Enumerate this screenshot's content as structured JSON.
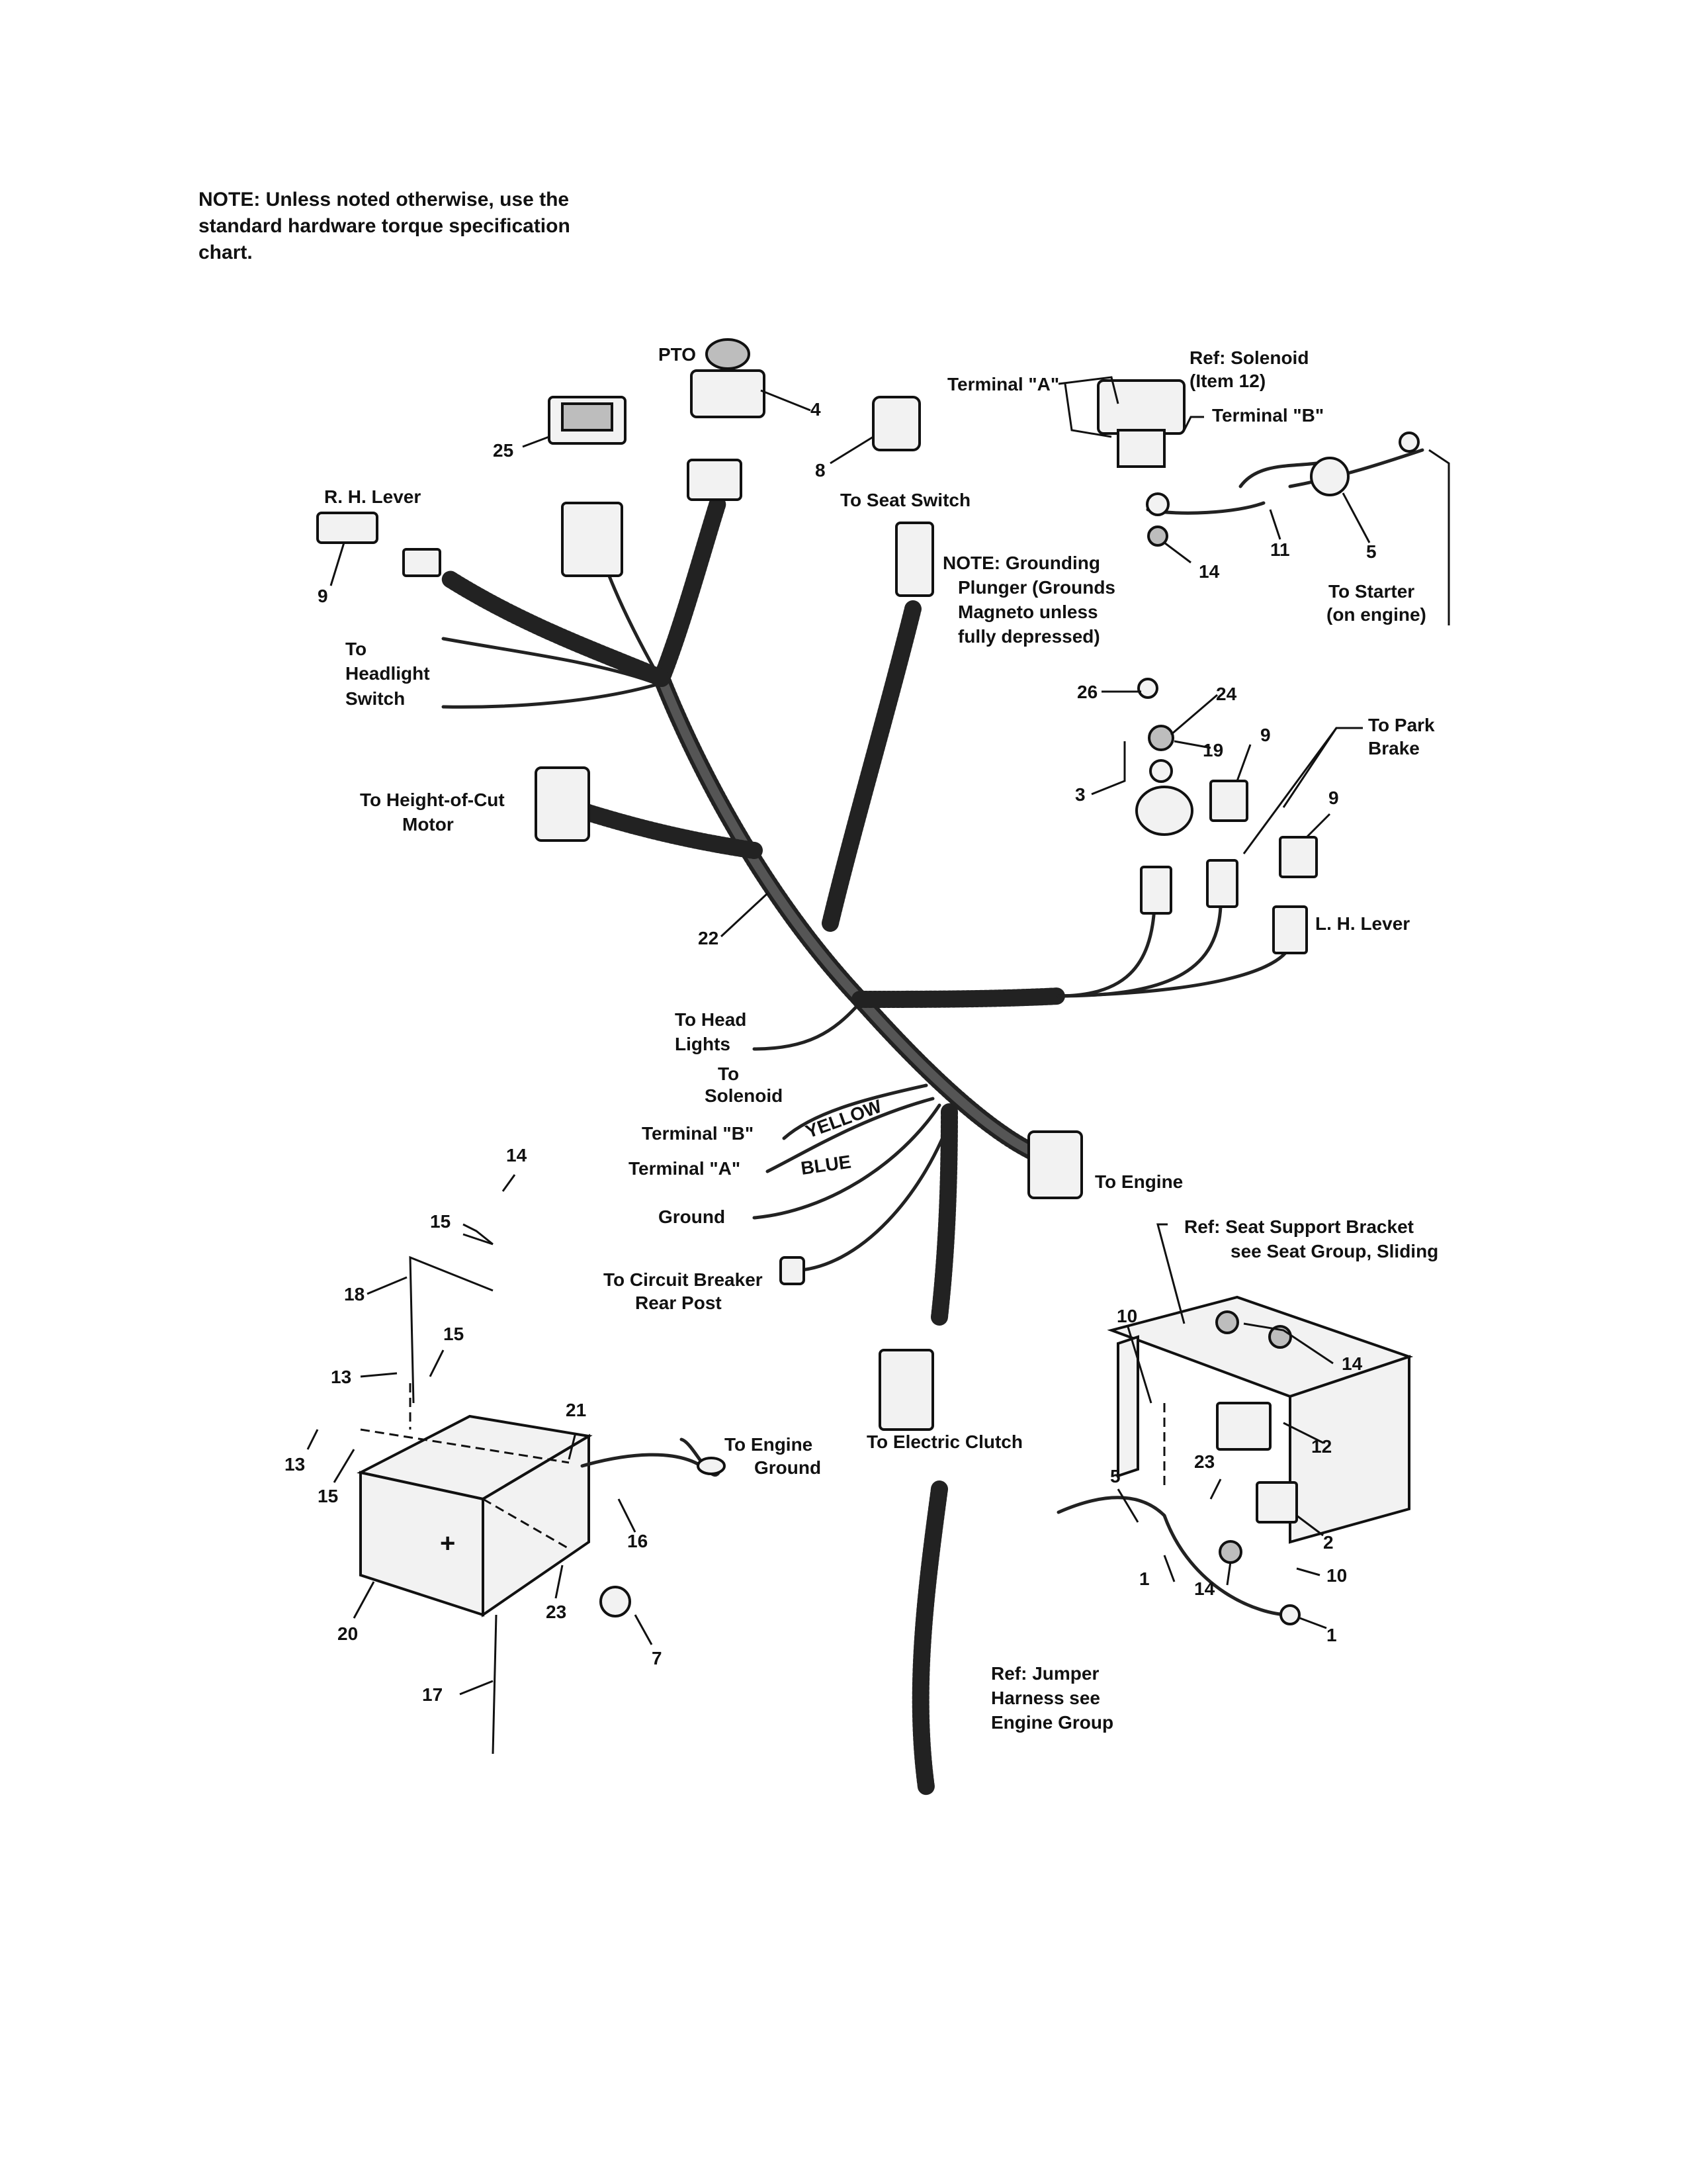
{
  "note": "NOTE: Unless noted otherwise, use the standard hardware torque specification chart.",
  "labels": {
    "pto": "PTO",
    "terminal_a_top": "Terminal \"A\"",
    "ref_solenoid_1": "Ref: Solenoid",
    "ref_solenoid_2": "(Item 12)",
    "terminal_b_top": "Terminal \"B\"",
    "rh_lever": "R. H. Lever",
    "to_seat_switch": "To Seat Switch",
    "note_grounding_1": "NOTE: Grounding",
    "note_grounding_2": "Plunger (Grounds",
    "note_grounding_3": "Magneto unless",
    "note_grounding_4": "fully depressed)",
    "to_starter_1": "To Starter",
    "to_starter_2": "(on engine)",
    "to_headlight_1": "To",
    "to_headlight_2": "Headlight",
    "to_headlight_3": "Switch",
    "to_park_brake_1": "To Park",
    "to_park_brake_2": "Brake",
    "to_hoc_1": "To Height-of-Cut",
    "to_hoc_2": "Motor",
    "lh_lever": "L. H. Lever",
    "to_head_lights_1": "To Head",
    "to_head_lights_2": "Lights",
    "to_solenoid_1": "To",
    "to_solenoid_2": "Solenoid",
    "terminal_b_low": "Terminal \"B\"",
    "terminal_a_low": "Terminal \"A\"",
    "yellow": "YELLOW",
    "blue": "BLUE",
    "to_engine": "To Engine",
    "ground": "Ground",
    "to_circuit_breaker_1": "To Circuit Breaker",
    "to_circuit_breaker_2": "Rear Post",
    "ref_seat_1": "Ref: Seat Support Bracket",
    "ref_seat_2": "see Seat Group, Sliding",
    "to_engine_ground_1": "To Engine",
    "to_engine_ground_2": "Ground",
    "to_electric_clutch": "To Electric Clutch",
    "ref_jumper_1": "Ref: Jumper",
    "ref_jumper_2": "Harness see",
    "ref_jumper_3": "Engine Group"
  },
  "callouts": {
    "n4": "4",
    "n25": "25",
    "n8": "8",
    "n9a": "9",
    "n11": "11",
    "n5a": "5",
    "n14a": "14",
    "n26": "26",
    "n24": "24",
    "n19": "19",
    "n3": "3",
    "n9b": "9",
    "n9c": "9",
    "n22": "22",
    "n14b": "14",
    "n15a": "15",
    "n18": "18",
    "n15b": "15",
    "n13a": "13",
    "n13b": "13",
    "n15c": "15",
    "n21": "21",
    "n16": "16",
    "n23a": "23",
    "n7": "7",
    "n20": "20",
    "n17": "17",
    "n10a": "10",
    "n14c": "14",
    "n12": "12",
    "n23b": "23",
    "n5b": "5",
    "n2": "2",
    "n1a": "1",
    "n10b": "10",
    "n14d": "14",
    "n1b": "1"
  }
}
